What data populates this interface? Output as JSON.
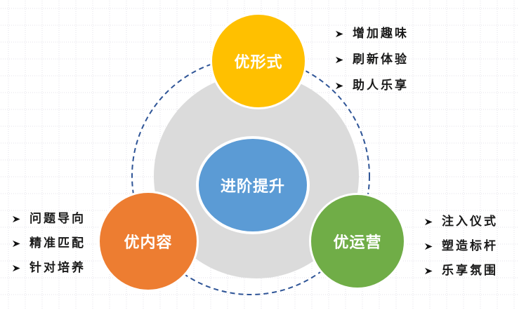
{
  "diagram": {
    "center_node": {
      "label": "进阶提升",
      "color": "#5B9BD5"
    },
    "satellite_nodes": {
      "top": {
        "label": "优形式",
        "color": "#FFC000"
      },
      "bottom_left": {
        "label": "优内容",
        "color": "#ED7D31"
      },
      "bottom_right": {
        "label": "优运营",
        "color": "#70AD47"
      }
    },
    "bullet_lists": {
      "top_right": {
        "items": [
          "增加趣味",
          "刷新体验",
          "助人乐享"
        ]
      },
      "left": {
        "items": [
          "问题导向",
          "精准匹配",
          "针对培养"
        ]
      },
      "right": {
        "items": [
          "注入仪式",
          "塑造标杆",
          "乐享氛围"
        ]
      }
    },
    "styles": {
      "background_circle_color": "#DBDBDB",
      "dashed_circle_color": "#2F5597",
      "node_text_color": "#FFFFFF",
      "bullet_text_color": "#1A1A1A"
    }
  }
}
